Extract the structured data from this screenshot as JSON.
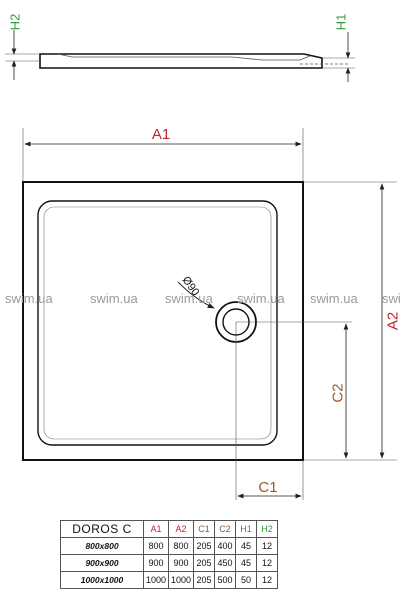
{
  "labels": {
    "h1": "H1",
    "h2": "H2",
    "a1": "A1",
    "a2": "A2",
    "c1": "C1",
    "c2": "C2",
    "drain_diameter": "Ø90"
  },
  "watermark": "swim.ua",
  "watermark_cut": "swi",
  "colors": {
    "red": "#c0262d",
    "green": "#2f9a3a",
    "brown": "#9a5a2b"
  },
  "table": {
    "model": "DOROS C",
    "headers": [
      "A1",
      "A2",
      "C1",
      "C2",
      "H1",
      "H2"
    ],
    "rows": [
      {
        "size": "800x800",
        "values": [
          "800",
          "800",
          "205",
          "400",
          "45",
          "12"
        ]
      },
      {
        "size": "900x900",
        "values": [
          "900",
          "900",
          "205",
          "450",
          "45",
          "12"
        ]
      },
      {
        "size": "1000x1000",
        "values": [
          "1000",
          "1000",
          "205",
          "500",
          "50",
          "12"
        ]
      }
    ]
  }
}
